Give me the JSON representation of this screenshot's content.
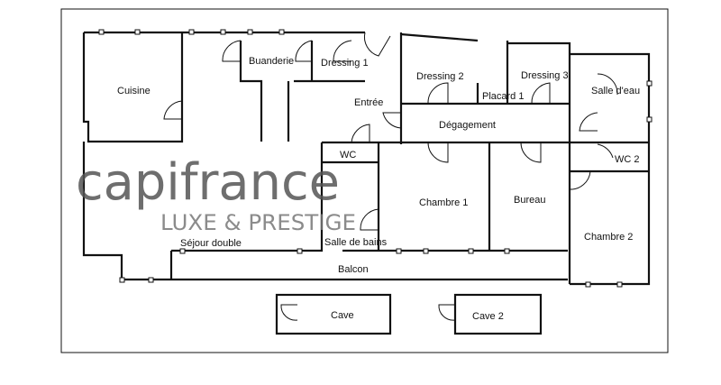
{
  "plan": {
    "rooms": {
      "cuisine": "Cuisine",
      "buanderie": "Buanderie",
      "dressing1": "Dressing 1",
      "dressing2": "Dressing 2",
      "dressing3": "Dressing 3",
      "placard1": "Placard 1",
      "salle_eau": "Salle d'eau",
      "entree": "Entrée",
      "degagement": "Dégagement",
      "wc": "WC",
      "wc2": "WC 2",
      "sejour": "Séjour double",
      "salle_bains": "Salle de bains",
      "chambre1": "Chambre 1",
      "bureau": "Bureau",
      "chambre2": "Chambre 2",
      "balcon": "Balcon",
      "cave": "Cave",
      "cave2": "Cave 2"
    }
  },
  "watermark": {
    "brand": "capifrance",
    "tagline": "LUXE & PRESTIGE"
  }
}
